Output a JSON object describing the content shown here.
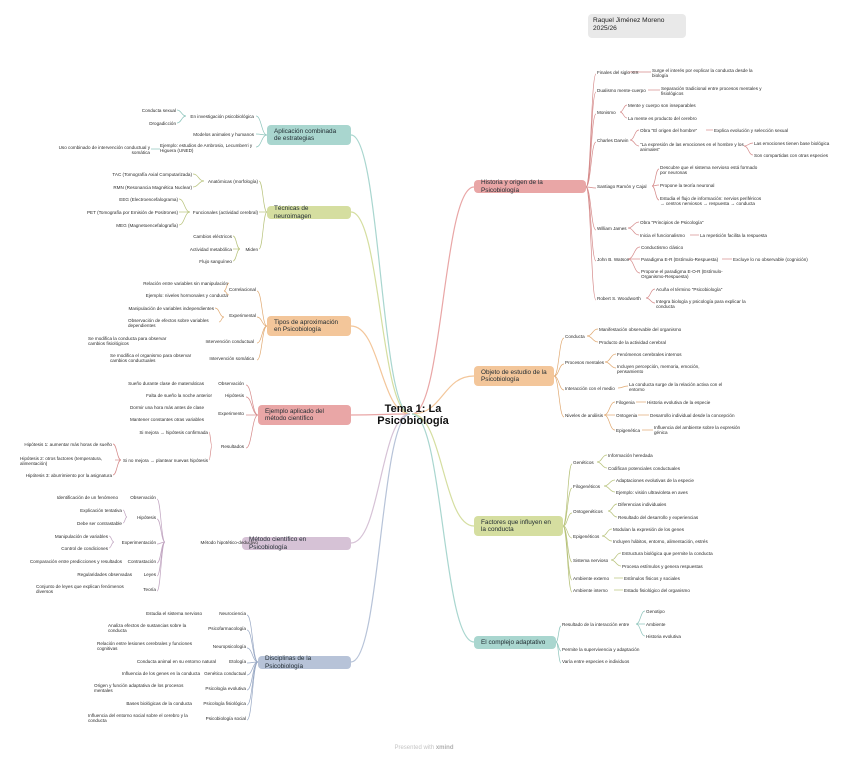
{
  "author": {
    "name": "Raquel Jiménez Moreno",
    "year": "2025/26"
  },
  "central_topic": "Tema 1: La Psicobiología",
  "footer": {
    "presented_with": "Presented with",
    "brand": "xmind"
  },
  "colors": {
    "historia": "#e9a6a6",
    "objeto": "#f3c69a",
    "factores": "#d5dea0",
    "complejo": "#a9d6cf",
    "aplicacion": "#a9d6cf",
    "tecnicas": "#d5dea0",
    "tipos": "#f3c69a",
    "ejemplo": "#e9a6a6",
    "metodo": "#d6c2d6",
    "disciplinas": "#b7c3d8"
  },
  "right": {
    "historia": {
      "title": "Historia y origen de la Psicobiología",
      "siglo": "Finales del siglo XIX",
      "siglo_d": "Surge el interés por explicar la conducta desde la biología",
      "dualismo": "Dualismo mente-cuerpo",
      "dualismo_d": "Separación tradicional entre procesos mentales y fisiológicos",
      "monismo": "Monismo",
      "monismo_a": "Mente y cuerpo son inseparables",
      "monismo_b": "La mente es producto del cerebro",
      "darwin": "Charles Darwin",
      "darwin_a": "Obra \"El origen del hombre\"",
      "darwin_a1": "Explica evolución y selección sexual",
      "darwin_b": "\"La expresión de las emociones en el hombre y los animales\"",
      "darwin_b1": "Las emociones tienen base biológica",
      "darwin_b2": "Son compartidas con otras especies",
      "cajal": "Santiago Ramón y Cajal",
      "cajal_a": "Descubre que el sistema nervioso está formado por neuronas",
      "cajal_b": "Propone la teoría neuronal",
      "cajal_c": "Estudia el flujo de información: nervios periféricos → centros nerviosos → respuesta → conducta",
      "james": "William James",
      "james_a": "Obra \"Principios de Psicología\"",
      "james_b": "Inicia el funcionalismo",
      "james_b1": "La repetición facilita la respuesta",
      "watson": "John B. Watson",
      "watson_a": "Conductismo clásico",
      "watson_b": "Paradigma E-R (Estímulo-Respuesta)",
      "watson_b1": "Excluye lo no observable (cognición)",
      "watson_c": "Propone el paradigma E-O-R (Estímulo-Organismo-Respuesta)",
      "woodworth": "Robert S. Woodworth",
      "woodworth_a": "Acuña el término \"Psicobiología\"",
      "woodworth_b": "Integra biología y psicología para explicar la conducta"
    },
    "objeto": {
      "title": "Objeto de estudio de la Psicobiología",
      "conducta": "Conducta",
      "conducta_a": "Manifestación observable del organismo",
      "conducta_b": "Producto de la actividad cerebral",
      "procesos": "Procesos mentales",
      "procesos_a": "Fenómenos cerebrales internos",
      "procesos_b": "Incluyen percepción, memoria, emoción, pensamiento",
      "interaccion": "Interacción con el medio",
      "interaccion_a": "La conducta surge de la relación activa con el entorno",
      "niveles": "Niveles de análisis",
      "filogenia": "Filogenia",
      "filogenia_d": "Historia evolutiva de la especie",
      "ontogenia": "Ontogenia",
      "ontogenia_d": "Desarrollo individual desde la concepción",
      "epigenetica": "Epigenética",
      "epigenetica_d": "Influencia del ambiente sobre la expresión génica"
    },
    "factores": {
      "title": "Factores que influyen en la conducta",
      "geneticos": "Genéticos",
      "geneticos_a": "Información heredada",
      "geneticos_b": "Codifican potenciales conductuales",
      "filogeneticos": "Filogenéticos",
      "filogeneticos_a": "Adaptaciones evolutivas de la especie",
      "filogeneticos_b": "Ejemplo: visión ultravioleta en aves",
      "ontogeneticos": "Ontogenéticos",
      "ontogeneticos_a": "Diferencias individuales",
      "ontogeneticos_b": "Resultado del desarrollo y experiencias",
      "epigeneticos": "Epigenéticos",
      "epigeneticos_a": "Modulan la expresión de los genes",
      "epigeneticos_b": "Incluyen hábitos, entorno, alimentación, estrés",
      "sistema": "Sistema nervioso",
      "sistema_a": "Estructura biológica que permite la conducta",
      "sistema_b": "Procesa estímulos y genera respuestas",
      "externo": "Ambiente externo",
      "externo_d": "Estímulos físicos y sociales",
      "interno": "Ambiente interno",
      "interno_d": "Estado fisiológico del organismo"
    },
    "complejo": {
      "title": "El complejo adaptativo",
      "resultado": "Resultado de la interacción entre",
      "genotipo": "Genotipo",
      "ambiente": "Ambiente",
      "historia": "Historia evolutiva",
      "permite": "Permite la supervivencia y adaptación",
      "varia": "Varía entre especies e individuos"
    }
  },
  "left": {
    "aplicacion": {
      "title": "Aplicación combinada de estrategias",
      "investigacion": "En investigación psicobiológica",
      "conducta_sexual": "Conducta sexual",
      "drogadiccion": "Drogadicción",
      "modelos": "Modelos animales y humanos",
      "ejemplo": "Ejemplo: estudios de Ambrosio, Lecumberri y Higuera (UNED)",
      "uso": "Uso combinado de intervención conductual y somática"
    },
    "tecnicas": {
      "title": "Técnicas de neuroimagen",
      "anatomicas": "Anatómicas (morfología)",
      "tac": "TAC (Tomografía Axial Computarizada)",
      "rmn": "RMN (Resonancia Magnética Nuclear)",
      "funcionales": "Funcionales (actividad cerebral)",
      "eeg": "EEG (Electroencefalograma)",
      "pet": "PET (Tomografía por Emisión de Positrones)",
      "meg": "MEG (Magnetoencefalografía)",
      "miden": "Miden",
      "cambios": "Cambios eléctricos",
      "actividad": "Actividad metabólica",
      "flujo": "Flujo sanguíneo"
    },
    "tipos": {
      "title": "Tipos de aproximación en Psicobiología",
      "correlacional": "Correlacional",
      "relacion": "Relación entre variables sin manipulación",
      "niveles": "Ejemplo: niveles hormonales y conducta",
      "experimental": "Experimental",
      "manipulacion": "Manipulación de variables independientes",
      "observacion": "Observación de efectos sobre variables dependientes",
      "int_conductual": "Intervención conductual",
      "modifica_cond": "Se modifica la conducta para observar cambios fisiológicos",
      "int_somatica": "Intervención somática",
      "modifica_org": "Se modifica el organismo para observar cambios conductuales"
    },
    "ejemplo": {
      "title": "Ejemplo aplicado del método científico",
      "observacion": "Observación",
      "obs_d": "Sueño durante clase de matemáticas",
      "hipotesis": "Hipótesis",
      "hip_d": "Falta de sueño la noche anterior",
      "experimento": "Experimento",
      "exp_a": "Dormir una hora más antes de clase",
      "exp_b": "Mantener constantes otras variables",
      "resultados": "Resultados",
      "mejora": "Si mejora → hipótesis confirmada",
      "no_mejora": "Si no mejora → plantear nuevas hipótesis",
      "h1": "Hipótesis 1: aumentar más horas de sueño",
      "h2": "Hipótesis 2: otros factores (temperatura, alimentación)",
      "h3": "Hipótesis 3: aburrimiento por la asignatura"
    },
    "metodo": {
      "title": "Método científico en Psicobiología",
      "hipotetico": "Método hipotético-deductivo",
      "observacion": "Observación",
      "identificacion": "Identificación de un fenómeno",
      "hipotesis": "Hipótesis",
      "explicacion": "Explicación tentativa",
      "contrastable": "Debe ser contrastable",
      "experimentacion": "Experimentación",
      "manipulacion": "Manipulación de variables",
      "control": "Control de condiciones",
      "contrastacion": "Contrastación",
      "comparacion": "Comparación entre predicciones y resultados",
      "leyes": "Leyes",
      "regularidades": "Regularidades observadas",
      "teoria": "Teoría",
      "conjunto": "Conjunto de leyes que explican fenómenos diversos"
    },
    "disciplinas": {
      "title": "Disciplinas de la Psicobiología",
      "neurociencia": "Neurociencia",
      "neuro_d": "Estudia el sistema nervioso",
      "psicofarmaco": "Psicofarmacología",
      "psicofarmaco_d": "Analiza efectos de sustancias sobre la conducta",
      "neuropsico": "Neuropsicología",
      "neuropsico_d": "Relación entre lesiones cerebrales y funciones cognitivas",
      "etologia": "Etología",
      "etologia_d": "Conducta animal en su entorno natural",
      "genetica": "Genética conductual",
      "genetica_d": "Influencia de los genes en la conducta",
      "evolutiva": "Psicología evolutiva",
      "evolutiva_d": "Origen y función adaptativa de los procesos mentales",
      "fisiologica": "Psicología fisiológica",
      "fisiologica_d": "Bases biológicas de la conducta",
      "social": "Psicobiología social",
      "social_d": "Influencia del entorno social sobre el cerebro y la conducta"
    }
  }
}
